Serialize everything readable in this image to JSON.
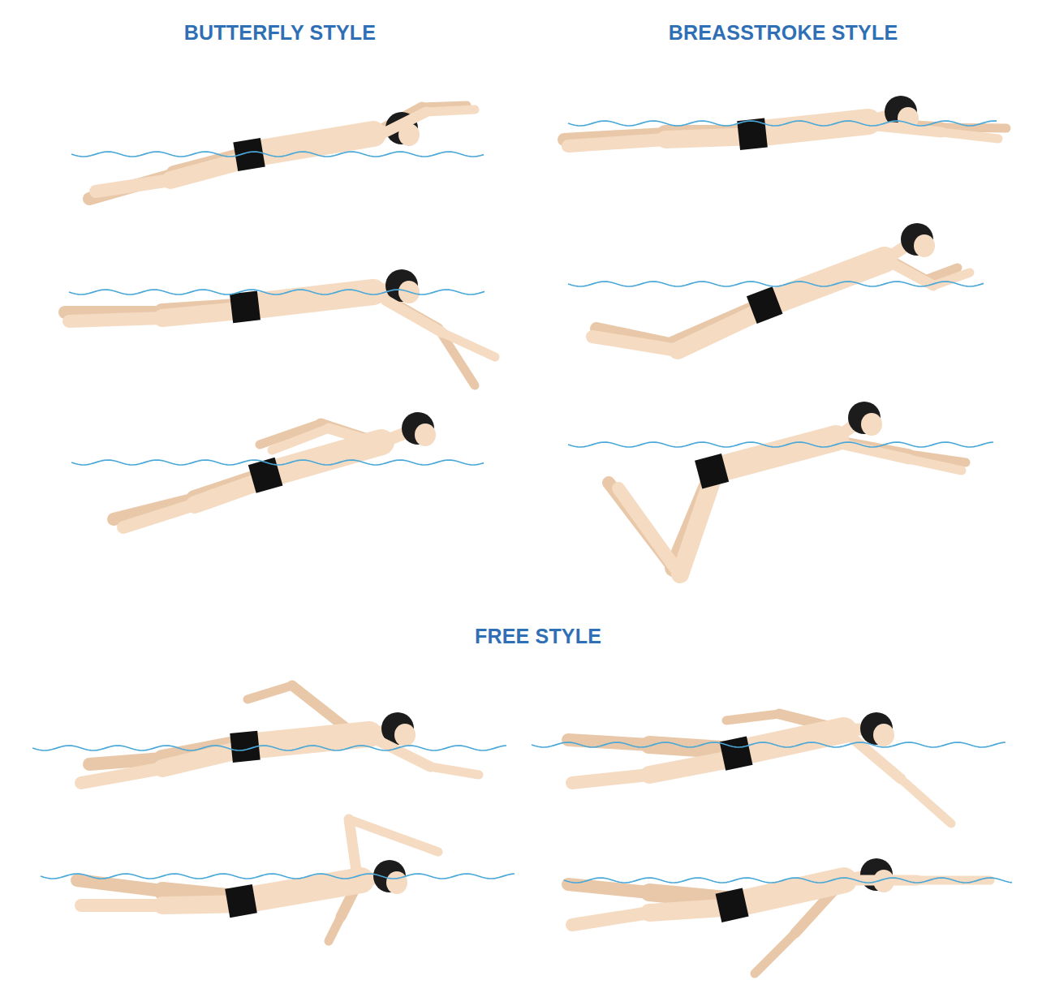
{
  "diagram": {
    "labels": [
      "BUTTERFLY STYLE",
      "BREASSTROKE STYLE",
      "FREE STYLE"
    ]
  }
}
